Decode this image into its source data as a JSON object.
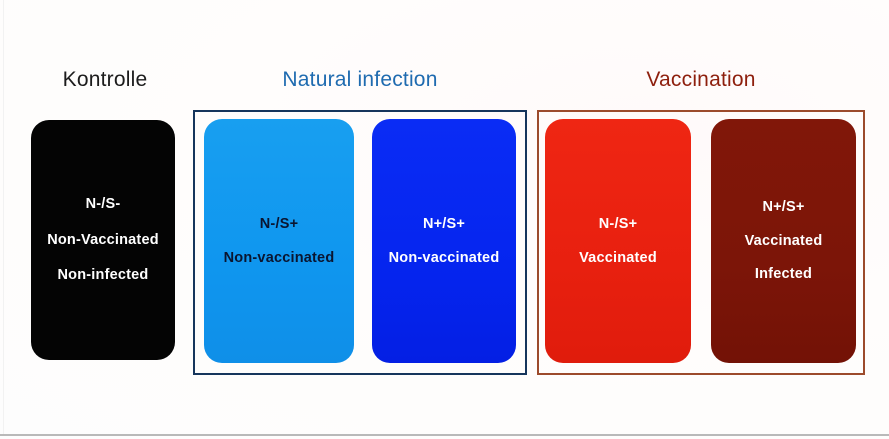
{
  "slide": {
    "title_bar_present": true
  },
  "groups": [
    {
      "id": "kontrolle",
      "label": "Kontrolle",
      "label_color": "#1c1c1c",
      "boxed": false
    },
    {
      "id": "natural-infection",
      "label": "Natural infection",
      "label_color": "#1f6bb0",
      "box_border_color": "#16355c",
      "boxed": true
    },
    {
      "id": "vaccination",
      "label": "Vaccination",
      "label_color": "#8e1f0d",
      "box_border_color": "#9c4b2c",
      "boxed": true
    }
  ],
  "cards": [
    {
      "id": "control",
      "group": "kontrolle",
      "fill_color": "#040404",
      "text_color": "#ffffff",
      "lines": [
        "N-/S-",
        "Non-Vaccinated",
        "Non-infected"
      ]
    },
    {
      "id": "natural-ns",
      "group": "natural-infection",
      "fill_color": "#159ff0",
      "text_color": "#0a1530",
      "lines": [
        "N-/S+",
        "Non-vaccinated"
      ]
    },
    {
      "id": "natural-nps",
      "group": "natural-infection",
      "fill_color": "#0a2cf5",
      "text_color": "#ffffff",
      "lines": [
        "N+/S+",
        "Non-vaccinated"
      ]
    },
    {
      "id": "vaccination-ns",
      "group": "vaccination",
      "fill_color": "#ee2211",
      "text_color": "#ffffff",
      "lines": [
        "N-/S+",
        "Vaccinated"
      ]
    },
    {
      "id": "vaccination-nps",
      "group": "vaccination",
      "fill_color": "#7c1508",
      "text_color": "#ffffff",
      "lines": [
        "N+/S+",
        "Vaccinated",
        "Infected"
      ]
    }
  ]
}
